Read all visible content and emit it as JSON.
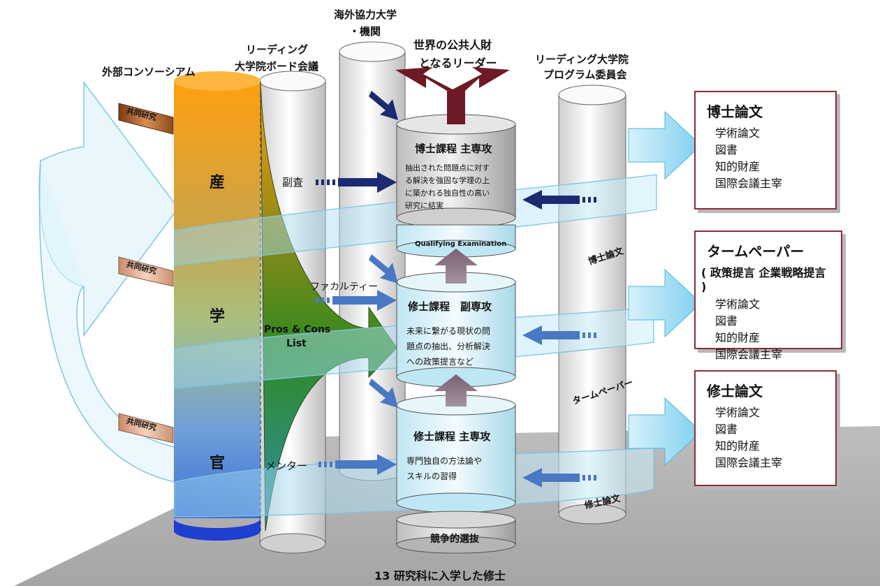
{
  "header": {
    "consortium": "外部コンソーシアム",
    "board_line1": "リーディング",
    "board_line2": "大学院ボード会議",
    "overseas_line1": "海外協力大学",
    "overseas_line2": "・機関",
    "leader_line1": "世界の公共人財",
    "leader_line2": "となるリーダー",
    "committee_line1": "リーディング大学院",
    "committee_line2": "プログラム委員会"
  },
  "pillar": {
    "industry": "産",
    "academia": "学",
    "government": "官"
  },
  "joint_research": [
    "共同研究",
    "共同研究",
    "共同研究"
  ],
  "roles": {
    "sub_examiner": "副査",
    "faculty": "ファカルティー",
    "mentor": "メンター",
    "pros_cons_line1": "Pros & Cons",
    "pros_cons_line2": "List"
  },
  "stages": {
    "doctoral": {
      "title": "博士課程 主専攻",
      "desc": [
        "抽出された問題点に対す",
        "る解決を強固な学理の上",
        "に築かれる独自性の高い",
        "研究に結実"
      ]
    },
    "qualifying": "Qualifying Examination",
    "master_minor": {
      "title": "修士課程　副専攻",
      "desc": [
        "未来に繋がる現状の問",
        "題点の抽出、分析解決",
        "への政策提言など"
      ]
    },
    "master_major": {
      "title": "修士課程 主専攻",
      "desc": [
        "専門独自の方法論や",
        "スキルの習得"
      ]
    },
    "selection": "競争的選抜"
  },
  "ribbons": {
    "doctoral": "博士論文",
    "term": "タームペーパー",
    "master": "修士論文"
  },
  "outputs": [
    {
      "title": "博士論文",
      "subtitle": "",
      "items": [
        "学術論文",
        "図書",
        "知的財産",
        "国際会議主宰"
      ]
    },
    {
      "title": "タームペーパー",
      "subtitle": "( 政策提言 企業戦略提言 )",
      "items": [
        "学術論文",
        "図書",
        "知的財産",
        "国際会議主宰"
      ]
    },
    {
      "title": "修士論文",
      "subtitle": "",
      "items": [
        "学術論文",
        "図書",
        "知的財産",
        "国際会議主宰"
      ]
    }
  ],
  "footer": "13 研究科に入学した修士",
  "colors": {
    "box_border": "#8a2c35",
    "leader_arrow": "#6e1a26",
    "ribbon": "#8fd3ee",
    "dark_arrow": "#1b2a72",
    "mid_arrow": "#4a78c2",
    "up_arrow": "#8e6f7e"
  }
}
